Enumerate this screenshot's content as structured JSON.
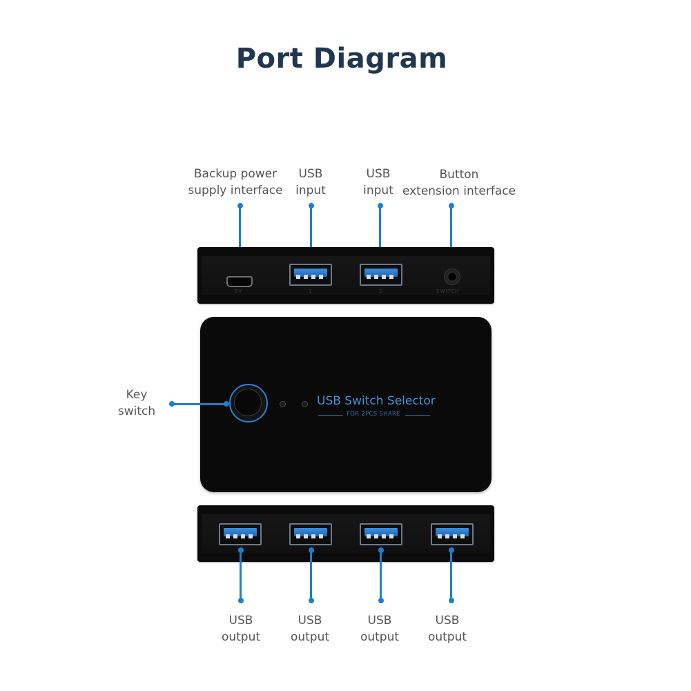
{
  "title": "Port Diagram",
  "labels": {
    "backup_power": "Backup power\nsupply interface",
    "usb_input_1": "USB\ninput",
    "usb_input_2": "USB\ninput",
    "button_extension": "Button\nextension interface",
    "key_switch": "Key\nswitch",
    "usb_output_1": "USB\noutput",
    "usb_output_2": "USB\noutput",
    "usb_output_3": "USB\noutput",
    "usb_output_4": "USB\noutput"
  },
  "device": {
    "brand_text": "USB Switch Selector",
    "sub_text": "FOR 2PCS SHARE",
    "port_marks": [
      "5V",
      "1",
      "2",
      "SWITCH"
    ]
  },
  "colors": {
    "title": "#20374f",
    "accent": "#1d7fcf",
    "label": "#555555",
    "device": "#0a0a0a",
    "usb_blue": "#3d8fe0"
  }
}
